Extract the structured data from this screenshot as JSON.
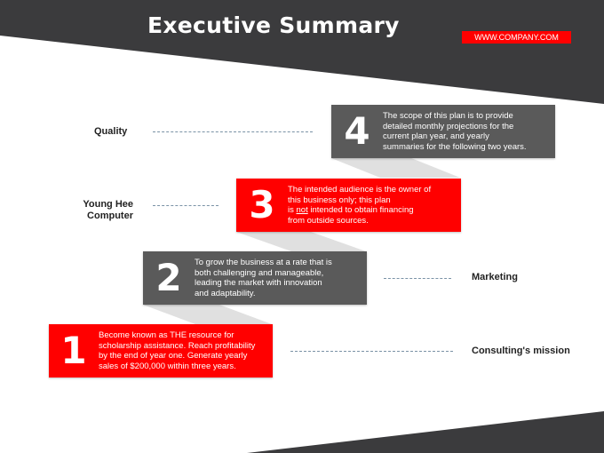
{
  "header": {
    "title": "Executive Summary",
    "website": "WWW.COMPANY.COM"
  },
  "colors": {
    "accent": "#ff0000",
    "dark": "#3b3b3d",
    "step_gray": "#5a5a5a",
    "shadow": "#dcdcdc"
  },
  "steps": [
    {
      "number": "1",
      "lines": [
        "Become known as THE resource for",
        "scholarship assistance. Reach profitability",
        "by the end of year one. Generate yearly",
        "sales of $200,000 within three years."
      ]
    },
    {
      "number": "2",
      "lines": [
        "To grow the business at a rate that is",
        "both challenging and manageable,",
        "leading the market with innovation",
        "and adaptability."
      ]
    },
    {
      "number": "3",
      "line1": "The intended audience is the owner of",
      "line2": "this business only; this plan",
      "line3_pre": "is ",
      "line3_not": "not",
      "line3_post": " intended to obtain financing",
      "line4": "from outside sources."
    },
    {
      "number": "4",
      "lines": [
        "The scope of this plan is to provide",
        "detailed monthly projections for the",
        "current plan year, and yearly",
        "summaries for the following  two years."
      ]
    }
  ],
  "labels": {
    "quality": "Quality",
    "young_hee_line1": "Young Hee",
    "young_hee_line2": "Computer",
    "marketing": "Marketing",
    "consulting": "Consulting's mission"
  }
}
